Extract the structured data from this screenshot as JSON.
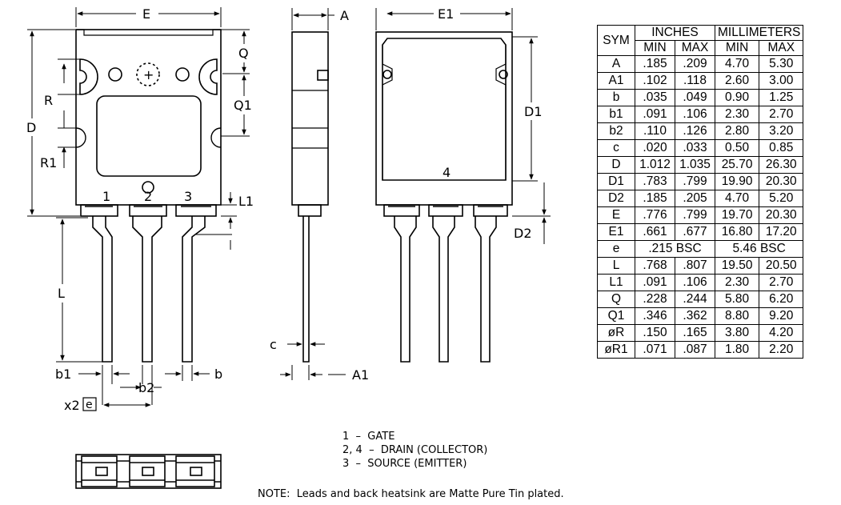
{
  "dims": {
    "E": "E",
    "A": "A",
    "E1": "E1",
    "Q": "Q",
    "R": "R",
    "Q1": "Q1",
    "D": "D",
    "R1": "R1",
    "D1": "D1",
    "L1": "L1",
    "L": "L",
    "D2": "D2",
    "c": "c",
    "A1": "A1",
    "b1": "b1",
    "b": "b",
    "b2": "b2",
    "x2": "x2",
    "e": "e",
    "plus": "+"
  },
  "pins": {
    "p1": "1",
    "p2": "2",
    "p3": "3",
    "p4": "4"
  },
  "table": {
    "sym_header": "SYM",
    "inches_header": "INCHES",
    "mm_header": "MILLIMETERS",
    "min": "MIN",
    "max": "MAX",
    "rows": [
      [
        "A",
        ".185",
        ".209",
        "4.70",
        "5.30"
      ],
      [
        "A1",
        ".102",
        ".118",
        "2.60",
        "3.00"
      ],
      [
        "b",
        ".035",
        ".049",
        "0.90",
        "1.25"
      ],
      [
        "b1",
        ".091",
        ".106",
        "2.30",
        "2.70"
      ],
      [
        "b2",
        ".110",
        ".126",
        "2.80",
        "3.20"
      ],
      [
        "c",
        ".020",
        ".033",
        "0.50",
        "0.85"
      ],
      [
        "D",
        "1.012",
        "1.035",
        "25.70",
        "26.30"
      ],
      [
        "D1",
        ".783",
        ".799",
        "19.90",
        "20.30"
      ],
      [
        "D2",
        ".185",
        ".205",
        "4.70",
        "5.20"
      ],
      [
        "E",
        ".776",
        ".799",
        "19.70",
        "20.30"
      ],
      [
        "E1",
        ".661",
        ".677",
        "16.80",
        "17.20"
      ],
      [
        "L",
        ".768",
        ".807",
        "19.50",
        "20.50"
      ],
      [
        "L1",
        ".091",
        ".106",
        "2.30",
        "2.70"
      ],
      [
        "Q",
        ".228",
        ".244",
        "5.80",
        "6.20"
      ],
      [
        "Q1",
        ".346",
        ".362",
        "8.80",
        "9.20"
      ],
      [
        "øR",
        ".150",
        ".165",
        "3.80",
        "4.20"
      ],
      [
        "øR1",
        ".071",
        ".087",
        "1.80",
        "2.20"
      ]
    ],
    "e_row": {
      "sym": "e",
      "inches": ".215 BSC",
      "mm": "5.46 BSC"
    }
  },
  "legend": {
    "l1": "1  –  GATE",
    "l2": "2, 4  –  DRAIN (COLLECTOR)",
    "l3": "3  –  SOURCE (EMITTER)"
  },
  "note": "NOTE:  Leads and back heatsink are Matte Pure Tin plated."
}
